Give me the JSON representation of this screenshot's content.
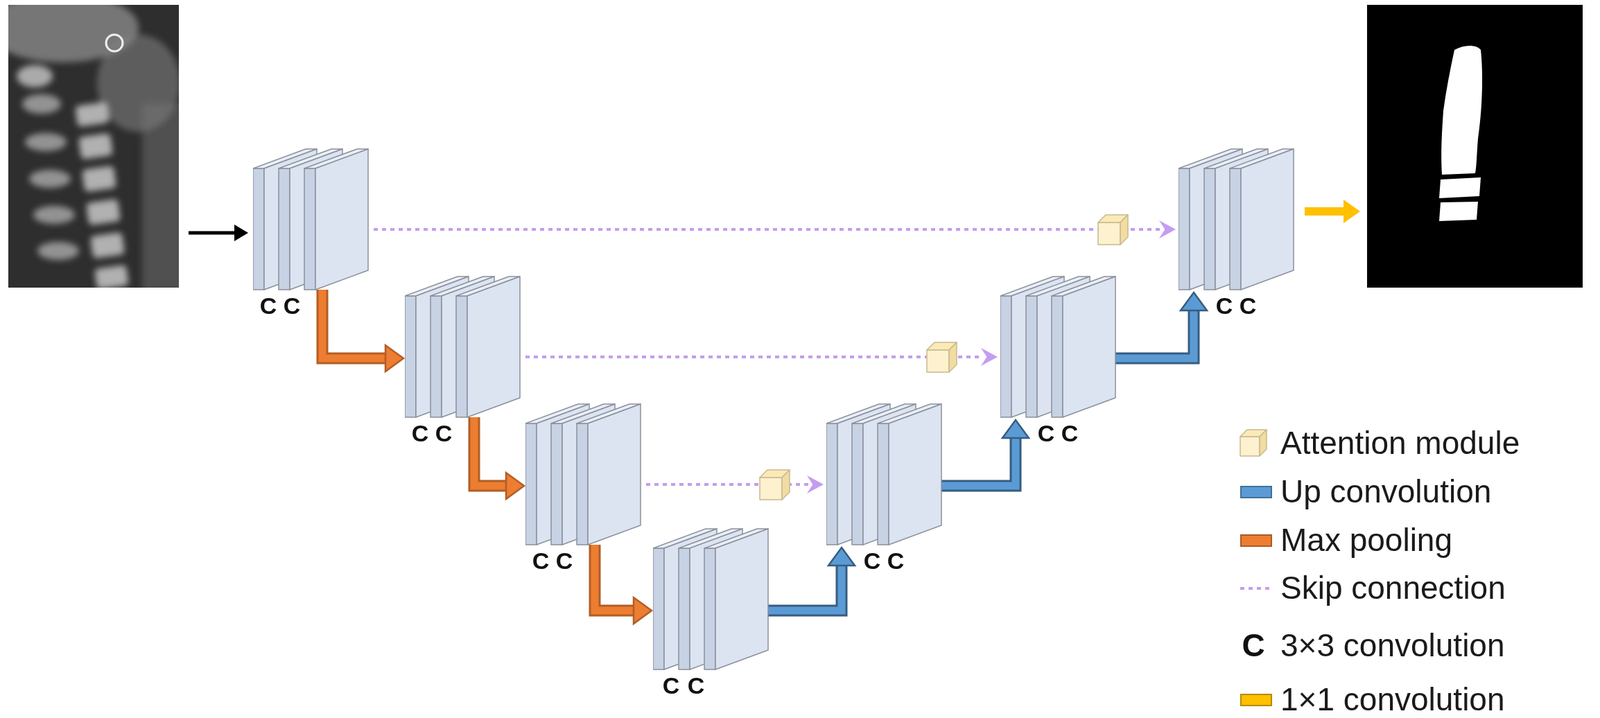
{
  "diagram": {
    "nodes": [
      {
        "text": [
          "C",
          "C"
        ]
      },
      {
        "text": [
          "C",
          "C"
        ]
      },
      {
        "text": [
          "C",
          "C"
        ]
      },
      {
        "text": [
          "C",
          "C"
        ]
      },
      {
        "text": [
          "C",
          "C"
        ]
      },
      {
        "text": [
          "C",
          "C"
        ]
      },
      {
        "text": [
          "C",
          "C"
        ]
      }
    ],
    "edges": [
      {
        "from": 0,
        "to": 1,
        "arrow": "to"
      },
      {
        "from": 1,
        "to": 2,
        "arrow": "to"
      },
      {
        "from": 2,
        "to": 3,
        "arrow": "to"
      },
      {
        "from": 3,
        "to": 4,
        "arrow": "to"
      },
      {
        "from": 4,
        "to": 5,
        "arrow": "to"
      },
      {
        "from": 5,
        "to": 6,
        "arrow": "to"
      },
      {
        "from": 0,
        "to": 6,
        "arrow": "to"
      },
      {
        "from": 1,
        "to": 5,
        "arrow": "to"
      },
      {
        "from": 2,
        "to": 4,
        "arrow": "to"
      }
    ],
    "labels": [
      "C"
    ],
    "legend": [
      {
        "text": "Attention module"
      },
      {
        "text": "Up convolution",
        "color": "#5b9bd5"
      },
      {
        "text": "Max pooling",
        "color": "#ed7d31"
      },
      {
        "text": "Skip connection"
      },
      {
        "text": "3×3 convolution"
      },
      {
        "text": "1×1 convolution",
        "color": "#ffc000"
      }
    ]
  }
}
